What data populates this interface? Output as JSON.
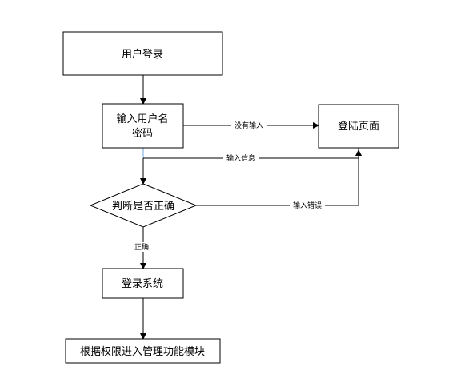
{
  "nodes": {
    "user_login": "用户登录",
    "enter_credentials_line1": "输入用户名",
    "enter_credentials_line2": "密码",
    "login_page": "登陆页面",
    "judge_correct": "判断是否正确",
    "login_system": "登录系统",
    "enter_modules": "根据权限进入管理功能模块"
  },
  "edges": {
    "no_input": "没有输入",
    "input_info": "输入信息",
    "input_error": "输入错误",
    "correct": "正确"
  },
  "colors": {
    "stroke": "#000000",
    "accent_edge": "#6fa8dc",
    "background": "#ffffff"
  }
}
